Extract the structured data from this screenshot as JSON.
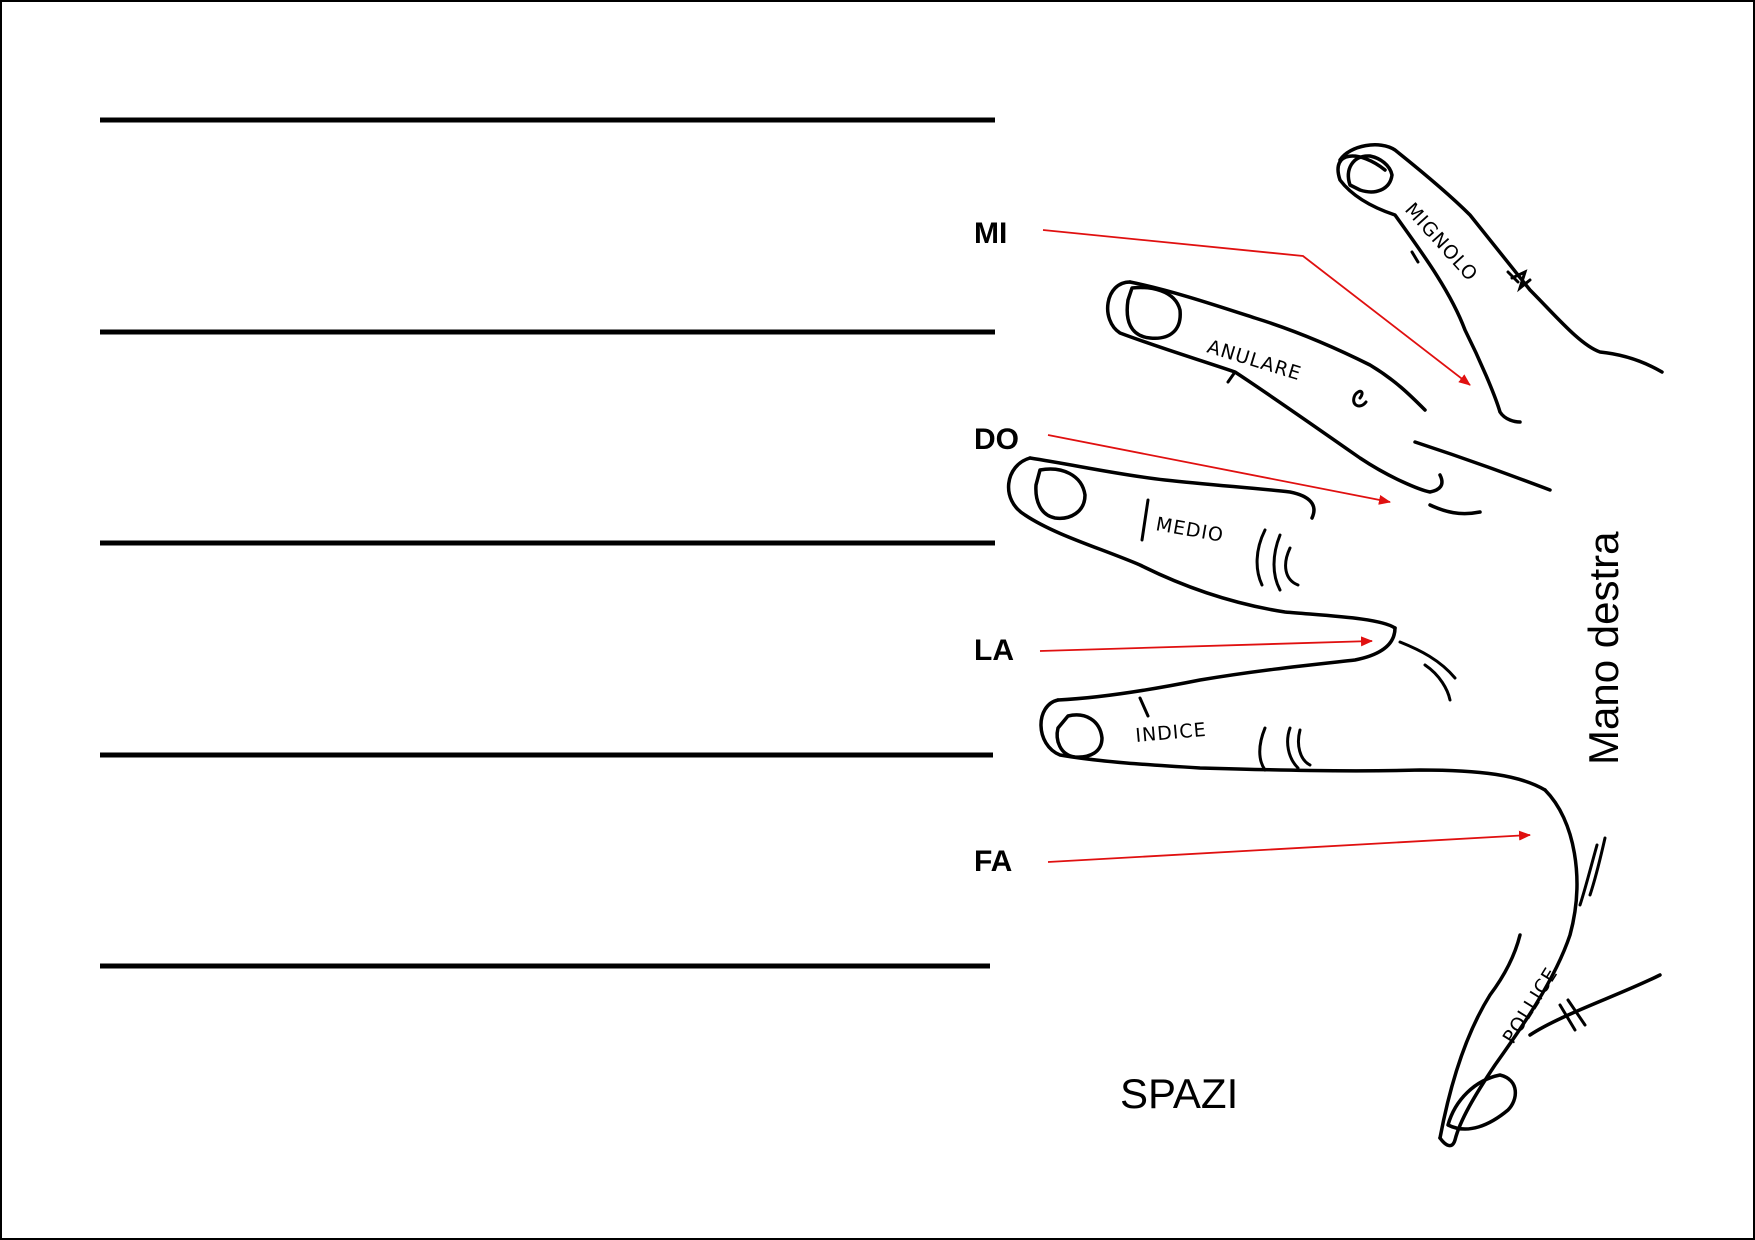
{
  "staff": {
    "lines": 5
  },
  "notes": [
    {
      "label": "MI"
    },
    {
      "label": "DO"
    },
    {
      "label": "LA"
    },
    {
      "label": "FA"
    }
  ],
  "fingers": [
    {
      "name": "MIGNOLO"
    },
    {
      "name": "ANULARE"
    },
    {
      "name": "MEDIO"
    },
    {
      "name": "INDICE"
    },
    {
      "name": "POLLICE"
    }
  ],
  "caption": "SPAZI",
  "side_title": "Mano destra",
  "colors": {
    "arrow": "#e01010",
    "ink": "#000000",
    "background": "#ffffff"
  }
}
